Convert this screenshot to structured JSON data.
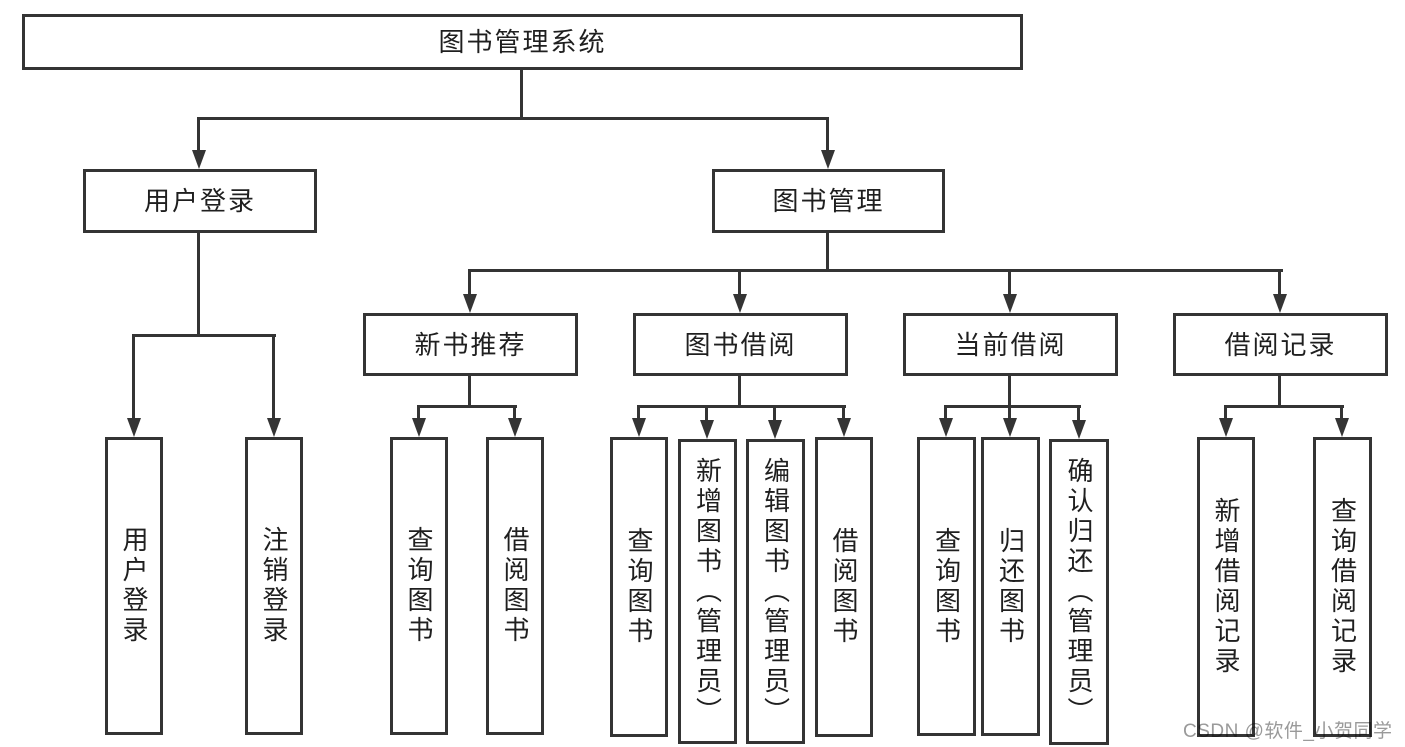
{
  "title": "图书管理系统",
  "tree": {
    "root": "图书管理系统",
    "branches": [
      {
        "label": "用户登录",
        "children": [
          {
            "label": "用户登录"
          },
          {
            "label": "注销登录"
          }
        ]
      },
      {
        "label": "图书管理",
        "children": [
          {
            "label": "新书推荐",
            "children": [
              {
                "label": "查询图书"
              },
              {
                "label": "借阅图书"
              }
            ]
          },
          {
            "label": "图书借阅",
            "children": [
              {
                "label": "查询图书"
              },
              {
                "label": "新增图书（管理员）"
              },
              {
                "label": "编辑图书（管理员）"
              },
              {
                "label": "借阅图书"
              }
            ]
          },
          {
            "label": "当前借阅",
            "children": [
              {
                "label": "查询图书"
              },
              {
                "label": "归还图书"
              },
              {
                "label": "确认归还（管理员）"
              }
            ]
          },
          {
            "label": "借阅记录",
            "children": [
              {
                "label": "新增借阅记录"
              },
              {
                "label": "查询借阅记录"
              }
            ]
          }
        ]
      }
    ]
  },
  "watermark": {
    "text": "CSDN @软件_小贺同学"
  },
  "colors": {
    "background": "#ffffff",
    "line": "#343434",
    "text": "#1f1f1f",
    "watermark": "#9a9a9a"
  }
}
